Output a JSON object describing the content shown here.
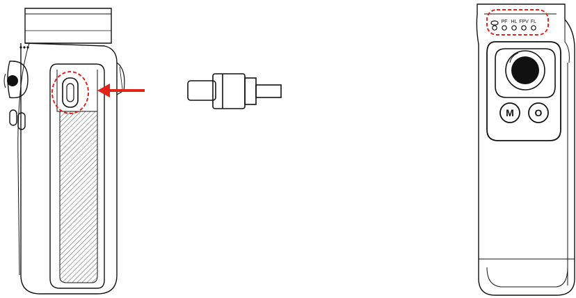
{
  "mode_indicators": {
    "labels": [
      "PF",
      "HL",
      "FPV",
      "FL"
    ]
  },
  "buttons": {
    "mode_button_label": "M",
    "record_button_label": "O"
  },
  "callout_colors": {
    "highlight": "#e2231a",
    "line": "#111111"
  }
}
